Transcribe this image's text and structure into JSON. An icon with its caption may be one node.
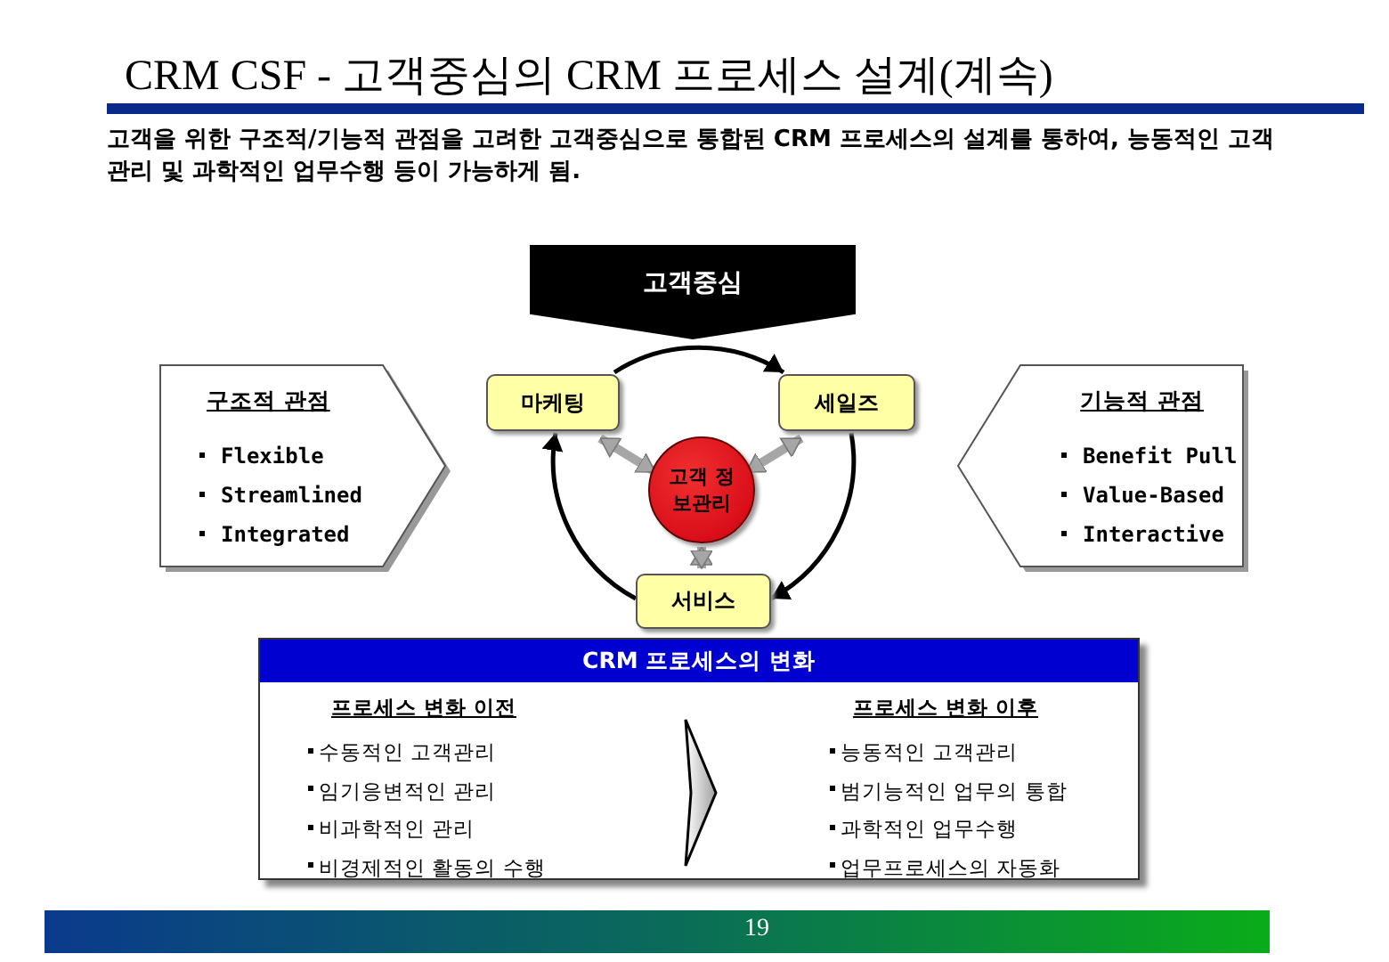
{
  "diagram": {
    "title": "CRM CSF - 고객중심의 CRM 프로세스 설계(계속)",
    "nodes": [
      {
        "text": [
          "고객중심"
        ]
      },
      {
        "text": [
          "구조적 관점",
          "Flexible",
          "Streamlined",
          "Integrated"
        ]
      },
      {
        "text": [
          "마케팅"
        ]
      },
      {
        "text": [
          "세일즈"
        ]
      },
      {
        "text": [
          "고객 정보관리"
        ]
      },
      {
        "text": [
          "서비스"
        ]
      },
      {
        "text": [
          "기능적 관점",
          "Benefit Pull",
          "Value-Based",
          "Interactive"
        ]
      },
      {
        "text": [
          "CRM 프로세스의 변화",
          "프로세스 변화 이전",
          "수동적인 고객관리",
          "임기응변적인 관리",
          "비과학적인 관리",
          "비경제적인 활동의 수행",
          "프로세스 변화 이후",
          "능동적인 고객관리",
          "범기능적인 업무의 통합",
          "과학적인 업무수행",
          "업무프로세스의 자동화"
        ]
      }
    ],
    "edges": [
      {
        "from": 2,
        "to": 3,
        "arrow": "to"
      },
      {
        "from": 3,
        "to": 5,
        "arrow": "to"
      },
      {
        "from": 5,
        "to": 2,
        "arrow": "to"
      },
      {
        "from": 2,
        "to": 4,
        "arrow": "both",
        "style": "thick",
        "color": "#a6a6a6"
      },
      {
        "from": 3,
        "to": 4,
        "arrow": "both",
        "style": "thick",
        "color": "#a6a6a6"
      },
      {
        "from": 4,
        "to": 5,
        "arrow": "both",
        "style": "thick",
        "color": "#a6a6a6"
      }
    ],
    "labels": [
      "고객을 위한 구조적/기능적 관점을 고려한 고객중심으로 통합된 CRM 프로세스의 설계를 통하여, 능동적인 고객관리 및 과학적인 업무수행 등이 가능하게 됨.",
      "19"
    ]
  }
}
